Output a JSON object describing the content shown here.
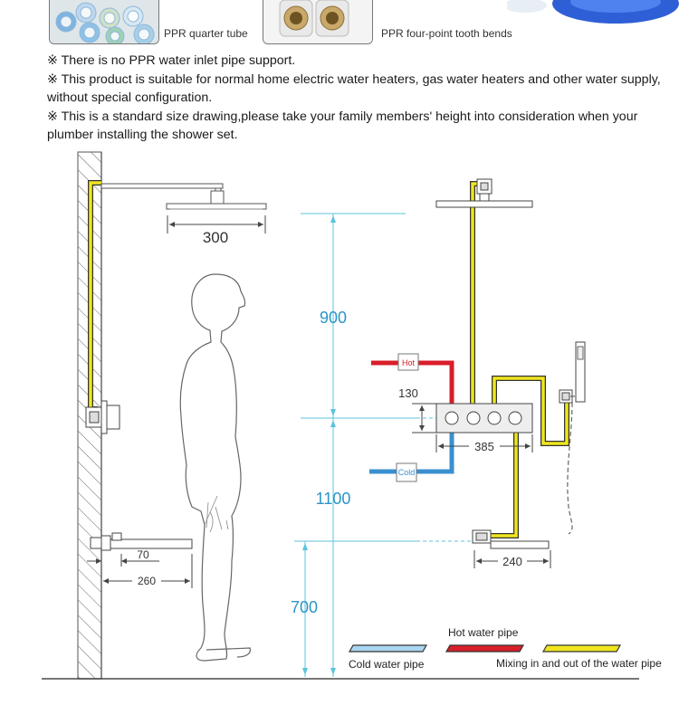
{
  "captions": {
    "ppr_tube": "PPR quarter tube",
    "ppr_bends": "PPR four-point tooth bends"
  },
  "notes": [
    "※ There is no PPR water inlet pipe support.",
    "※ This product is suitable for normal home electric water heaters, gas water heaters and other water supply, without special configuration.",
    "※ This is a standard size drawing,please take your family members' height into consideration when your plumber installing the shower set."
  ],
  "dimensions": {
    "head_width": "300",
    "spout_reach": "70",
    "spout_total": "260",
    "height_upper": "900",
    "height_middle": "1100",
    "height_lower": "700",
    "knob_drop": "130",
    "valve_width": "385",
    "spout_width": "240"
  },
  "pipe_labels": {
    "hot": "Hot",
    "cold": "Cold"
  },
  "legend": {
    "cold": "Cold water pipe",
    "hot": "Hot water pipe",
    "mixing": "Mixing in and out of the water pipe"
  },
  "colors": {
    "hot": "#d81e2a",
    "cold": "#3a8fd0",
    "mixing": "#f0e61e",
    "dimension": "#5bc3dd"
  }
}
